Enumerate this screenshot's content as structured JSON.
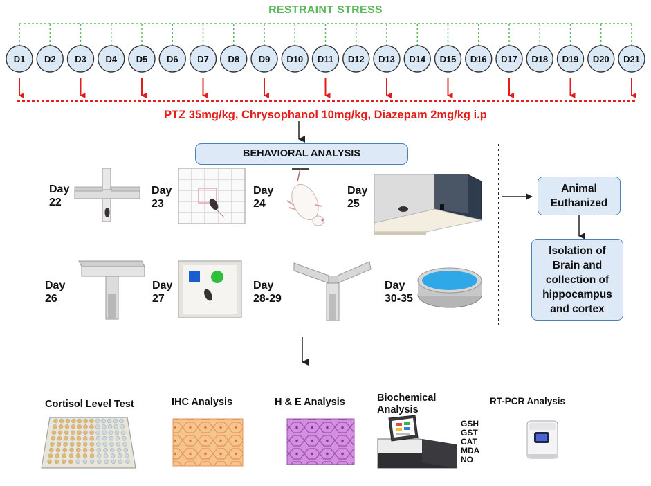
{
  "restraint_title": "RESTRAINT STRESS",
  "days": [
    "D1",
    "D2",
    "D3",
    "D4",
    "D5",
    "D6",
    "D7",
    "D8",
    "D9",
    "D10",
    "D11",
    "D12",
    "D13",
    "D14",
    "D15",
    "D16",
    "D17",
    "D18",
    "D19",
    "D20",
    "D21"
  ],
  "treatment_days": [
    "D1",
    "D3",
    "D5",
    "D7",
    "D9",
    "D11",
    "D13",
    "D15",
    "D17",
    "D19",
    "D21"
  ],
  "treatment_text": "PTZ 35mg/kg, Chrysophanol 10mg/kg, Diazepam 2mg/kg i.p",
  "behavioral_title": "BEHAVIORAL ANALYSIS",
  "behavior_days": [
    {
      "label": "Day",
      "num": "22",
      "test": "elevated-plus-maze"
    },
    {
      "label": "Day",
      "num": "23",
      "test": "open-field"
    },
    {
      "label": "Day",
      "num": "24",
      "test": "tail-suspension"
    },
    {
      "label": "Day",
      "num": "25",
      "test": "light-dark-box"
    },
    {
      "label": "Day",
      "num": "26",
      "test": "t-maze"
    },
    {
      "label": "Day",
      "num": "27",
      "test": "novel-object"
    },
    {
      "label": "Day",
      "num": "28-29",
      "test": "y-maze"
    },
    {
      "label": "Day",
      "num": "30-35",
      "test": "water-maze"
    }
  ],
  "euthanized": [
    "Animal",
    "Euthanized"
  ],
  "isolation": [
    "Isolation of",
    "Brain and",
    "collection of",
    "hippocampus",
    "and cortex"
  ],
  "analyses": {
    "cortisol": "Cortisol Level Test",
    "ihc": "IHC Analysis",
    "he": "H & E Analysis",
    "biochem": [
      "Biochemical",
      "Analysis"
    ],
    "rtpcr": "RT-PCR Analysis"
  },
  "biochem_markers": [
    "GSH",
    "GST",
    "CAT",
    "MDA",
    "NO"
  ],
  "colors": {
    "restraint": "#5cb85c",
    "treatment": "#e51c1c",
    "box_border": "#4f7fb8",
    "box_fill": "#dde9f7",
    "day_circle": "#dbe9f7",
    "ihc_tissue": "#f6c58d",
    "he_tissue": "#d58fe0",
    "water": "#2fa8e8"
  }
}
